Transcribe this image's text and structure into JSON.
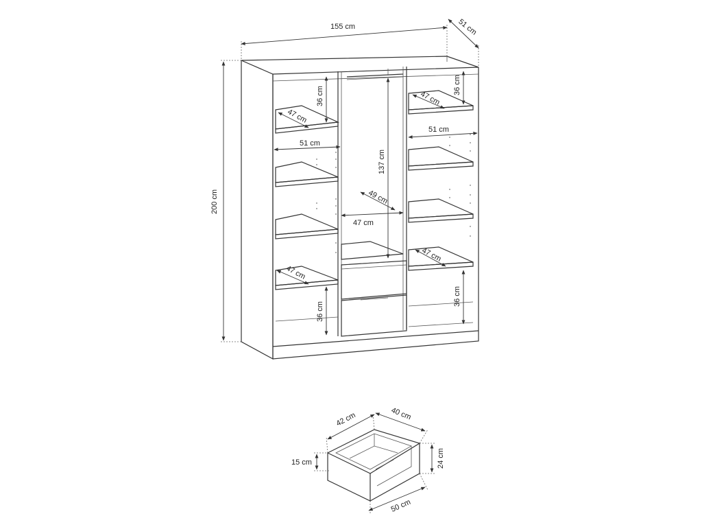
{
  "wardrobe": {
    "width": "155 cm",
    "depth": "51 cm",
    "height": "200 cm",
    "hanging_height": "137 cm",
    "hanging_depth": "49 cm",
    "hanging_width": "47 cm",
    "shelf_top_left_depth": "47 cm",
    "shelf_top_left_gap": "36 cm",
    "shelf_left_width": "51 cm",
    "shelf_top_right_depth": "47 cm",
    "shelf_top_right_gap": "36 cm",
    "shelf_right_width": "51 cm",
    "shelf_bottom_left_depth": "47 cm",
    "shelf_bottom_left_gap": "36 cm",
    "shelf_bottom_right_depth": "47 cm",
    "shelf_bottom_right_gap": "36 cm"
  },
  "drawer": {
    "depth": "42 cm",
    "width_back": "40 cm",
    "inner_height": "15 cm",
    "outer_height": "24 cm",
    "front_width": "50 cm"
  }
}
